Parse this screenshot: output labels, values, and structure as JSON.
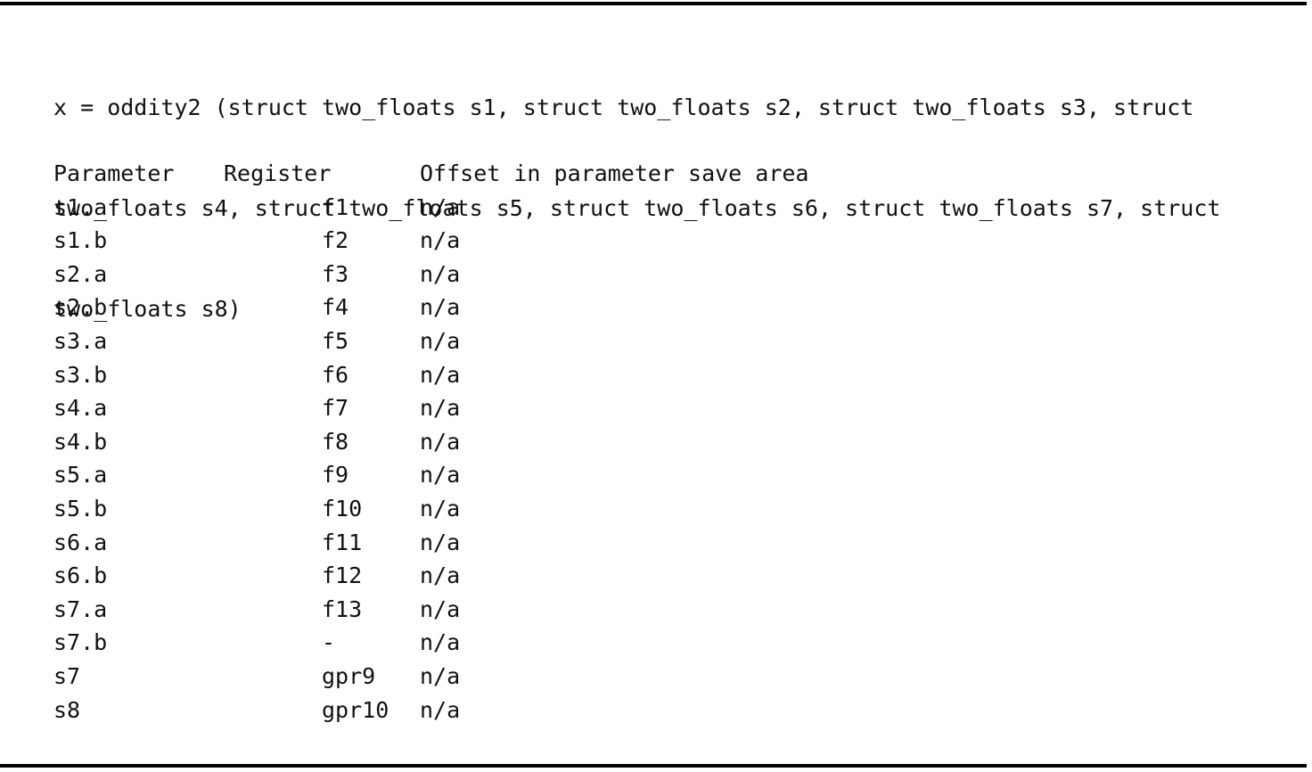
{
  "code": {
    "lines": [
      "x = oddity2 (struct two_floats s1, struct two_floats s2, struct two_floats s3, struct",
      "two_floats s4, struct two_floats s5, struct two_floats s6, struct two_floats s7, struct",
      "two_floats s8)"
    ]
  },
  "table": {
    "headers": {
      "parameter": "Parameter",
      "register": "Register",
      "offset": "Offset in parameter save area"
    },
    "rows": [
      {
        "parameter": "s1.a",
        "register": "f1",
        "offset": "n/a"
      },
      {
        "parameter": "s1.b",
        "register": "f2",
        "offset": "n/a"
      },
      {
        "parameter": "s2.a",
        "register": "f3",
        "offset": "n/a"
      },
      {
        "parameter": "s2.b",
        "register": "f4",
        "offset": "n/a"
      },
      {
        "parameter": "s3.a",
        "register": "f5",
        "offset": "n/a"
      },
      {
        "parameter": "s3.b",
        "register": "f6",
        "offset": "n/a"
      },
      {
        "parameter": "s4.a",
        "register": "f7",
        "offset": "n/a"
      },
      {
        "parameter": "s4.b",
        "register": "f8",
        "offset": "n/a"
      },
      {
        "parameter": "s5.a",
        "register": "f9",
        "offset": "n/a"
      },
      {
        "parameter": "s5.b",
        "register": "f10",
        "offset": "n/a"
      },
      {
        "parameter": "s6.a",
        "register": "f11",
        "offset": "n/a"
      },
      {
        "parameter": "s6.b",
        "register": "f12",
        "offset": "n/a"
      },
      {
        "parameter": "s7.a",
        "register": "f13",
        "offset": "n/a"
      },
      {
        "parameter": "s7.b",
        "register": "-",
        "offset": "n/a"
      },
      {
        "parameter": "s7",
        "register": "gpr9",
        "offset": "n/a"
      },
      {
        "parameter": "s8",
        "register": "gpr10",
        "offset": "n/a"
      }
    ]
  }
}
